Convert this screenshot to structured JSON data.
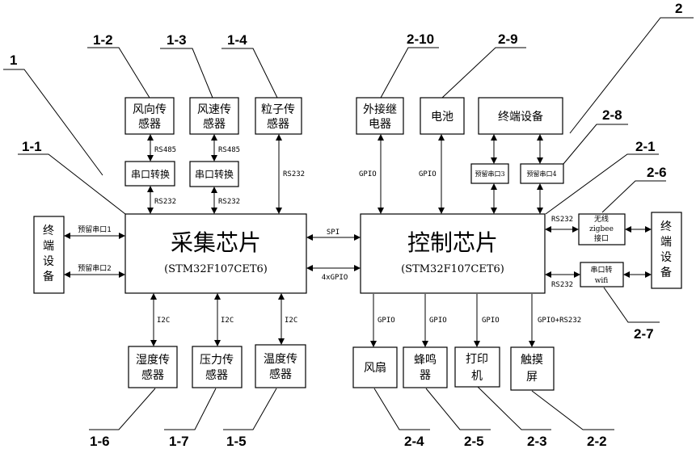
{
  "diagram": {
    "type": "block-diagram",
    "reference_numerals": {
      "system_acq": "1",
      "acq_chip": "1-1",
      "wind_dir": "1-2",
      "wind_speed": "1-3",
      "particle": "1-4",
      "temp": "1-5",
      "humidity": "1-6",
      "pressure": "1-7",
      "system_ctrl": "2",
      "ctrl_chip": "2-1",
      "touch": "2-2",
      "printer": "2-3",
      "fan": "2-4",
      "buzzer": "2-5",
      "zigbee": "2-6",
      "wifi": "2-7",
      "reserve_ports": "2-8",
      "battery": "2-9",
      "relay": "2-10"
    },
    "acq_chip": {
      "title": "采集芯片",
      "model": "(STM32F107CET6)"
    },
    "ctrl_chip": {
      "title": "控制芯片",
      "model": "(STM32F107CET6)"
    },
    "top_left": {
      "wind_dir": [
        "风向传",
        "感器"
      ],
      "wind_speed": [
        "风速传",
        "感器"
      ],
      "particle": [
        "粒子传",
        "感器"
      ],
      "conv1": "串口转换",
      "conv2": "串口转换"
    },
    "bottom_left": {
      "humidity": [
        "湿度传",
        "感器"
      ],
      "pressure": [
        "压力传",
        "感器"
      ],
      "temp": [
        "温度传",
        "感器"
      ]
    },
    "left_terminal": [
      "终",
      "端",
      "设",
      "备"
    ],
    "top_right": {
      "relay": [
        "外接继",
        "电器"
      ],
      "battery": "电池",
      "terminal": "终端设备",
      "port3": "预留串口3",
      "port4": "预留串口4"
    },
    "right": {
      "zigbee": [
        "无线",
        "zigbee",
        "接口"
      ],
      "wifi": [
        "串口转",
        "wifi"
      ],
      "terminal": [
        "终",
        "端",
        "设",
        "备"
      ]
    },
    "bottom_right": {
      "fan": "风扇",
      "buzzer": [
        "蜂鸣",
        "器"
      ],
      "printer": [
        "打印",
        "机"
      ],
      "touch": [
        "触摸",
        "屏"
      ]
    },
    "links": {
      "rs485": "RS485",
      "rs232": "RS232",
      "i2c": "I2C",
      "gpio": "GPIO",
      "gpio_rs232": "GPIO+RS232",
      "spi": "SPI",
      "gpio4": "4xGPIO",
      "port1": "预留串口1",
      "port2": "预留串口2"
    }
  }
}
